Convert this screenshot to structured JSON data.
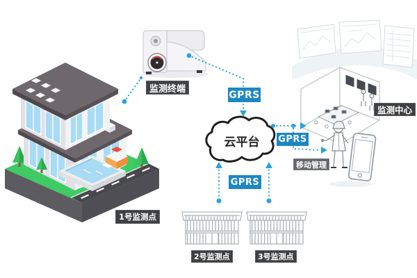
{
  "labels": {
    "terminal": "监测终端",
    "cloud": "云平台",
    "gprs": "GPRS",
    "center": "监测中心",
    "mobile": "移动管理",
    "site1": "1号监测点",
    "site2": "2号监测点",
    "site3": "3号监测点"
  },
  "connections": [
    {
      "from": "site1",
      "to": "terminal",
      "via": ""
    },
    {
      "from": "terminal",
      "to": "cloud",
      "via": "GPRS"
    },
    {
      "from": "cloud",
      "to": "center",
      "via": "GPRS"
    },
    {
      "from": "cloud",
      "to": "mobile",
      "via": "GPRS"
    },
    {
      "from": "site2",
      "to": "cloud",
      "via": "GPRS"
    },
    {
      "from": "site3",
      "to": "cloud",
      "via": "GPRS"
    }
  ],
  "colors": {
    "accent_blue": "#1d87c4",
    "line_blue": "#2aa3db",
    "tag_dark": "#3f4042",
    "tag_gray": "#66676a",
    "grass_green": "#3ecb63",
    "island_side_left": "#5b5b60",
    "island_side_right": "#4e4e54",
    "road_dark": "#47474d",
    "roof_gray": "#6e676b",
    "wall_white": "#f2f2f5",
    "wall_shade": "#e0e0e6",
    "window_blue": "#a9dbf4",
    "pool_water": "#a9dbf4",
    "cloud_stroke": "#1f1f1f",
    "sketch_gray": "#9aa1a7",
    "hut_orange": "#ef8f3a",
    "device_red": "#d9534f"
  }
}
